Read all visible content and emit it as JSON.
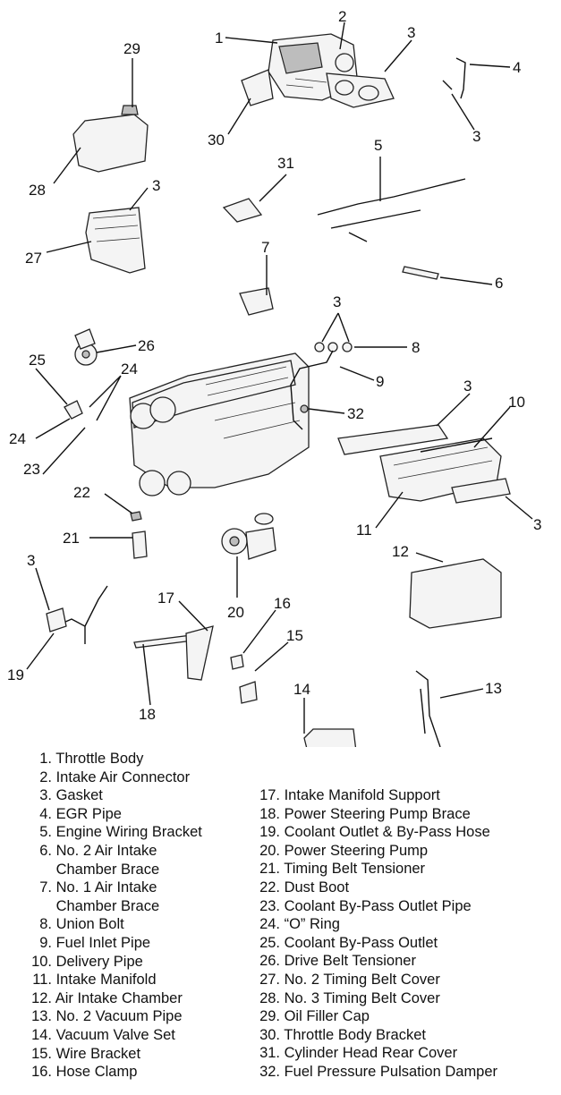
{
  "callouts": {
    "c1": "1",
    "c2": "2",
    "c3": "3",
    "c4": "4",
    "c5": "5",
    "c6": "6",
    "c7": "7",
    "c8": "8",
    "c9": "9",
    "c10": "10",
    "c11": "11",
    "c12": "12",
    "c13": "13",
    "c14": "14",
    "c15": "15",
    "c16": "16",
    "c17": "17",
    "c18": "18",
    "c19": "19",
    "c20": "20",
    "c21": "21",
    "c22": "22",
    "c23": "23",
    "c24": "24",
    "c25": "25",
    "c26": "26",
    "c27": "27",
    "c28": "28",
    "c29": "29",
    "c30": "30",
    "c31": "31",
    "c32": "32"
  },
  "legend_left": [
    {
      "num": "1.",
      "label": "Throttle Body"
    },
    {
      "num": "2.",
      "label": "Intake Air Connector"
    },
    {
      "num": "3.",
      "label": "Gasket"
    },
    {
      "num": "4.",
      "label": "EGR Pipe"
    },
    {
      "num": "5.",
      "label": "Engine Wiring Bracket"
    },
    {
      "num": "6.",
      "label": "No. 2 Air Intake"
    },
    {
      "num": "",
      "label": "Chamber Brace"
    },
    {
      "num": "7.",
      "label": "No. 1 Air Intake"
    },
    {
      "num": "",
      "label": "Chamber Brace"
    },
    {
      "num": "8.",
      "label": "Union Bolt"
    },
    {
      "num": "9.",
      "label": "Fuel Inlet Pipe"
    },
    {
      "num": "10.",
      "label": "Delivery Pipe"
    },
    {
      "num": "11.",
      "label": "Intake Manifold"
    },
    {
      "num": "12.",
      "label": "Air Intake Chamber"
    },
    {
      "num": "13.",
      "label": "No. 2 Vacuum Pipe"
    },
    {
      "num": "14.",
      "label": "Vacuum Valve Set"
    },
    {
      "num": "15.",
      "label": "Wire Bracket"
    },
    {
      "num": "16.",
      "label": "Hose Clamp"
    }
  ],
  "legend_right": [
    {
      "num": "17.",
      "label": "Intake Manifold Support"
    },
    {
      "num": "18.",
      "label": "Power Steering Pump Brace"
    },
    {
      "num": "19.",
      "label": "Coolant Outlet & By-Pass Hose"
    },
    {
      "num": "20.",
      "label": "Power Steering Pump"
    },
    {
      "num": "21.",
      "label": "Timing Belt Tensioner"
    },
    {
      "num": "22.",
      "label": "Dust Boot"
    },
    {
      "num": "23.",
      "label": "Coolant By-Pass Outlet Pipe"
    },
    {
      "num": "24.",
      "label": "“O” Ring"
    },
    {
      "num": "25.",
      "label": "Coolant By-Pass Outlet"
    },
    {
      "num": "26.",
      "label": "Drive Belt Tensioner"
    },
    {
      "num": "27.",
      "label": "No. 2 Timing Belt Cover"
    },
    {
      "num": "28.",
      "label": "No. 3 Timing Belt Cover"
    },
    {
      "num": "29.",
      "label": "Oil Filler Cap"
    },
    {
      "num": "30.",
      "label": "Throttle Body Bracket"
    },
    {
      "num": "31.",
      "label": "Cylinder Head Rear Cover"
    },
    {
      "num": "32.",
      "label": "Fuel Pressure Pulsation Damper"
    }
  ]
}
